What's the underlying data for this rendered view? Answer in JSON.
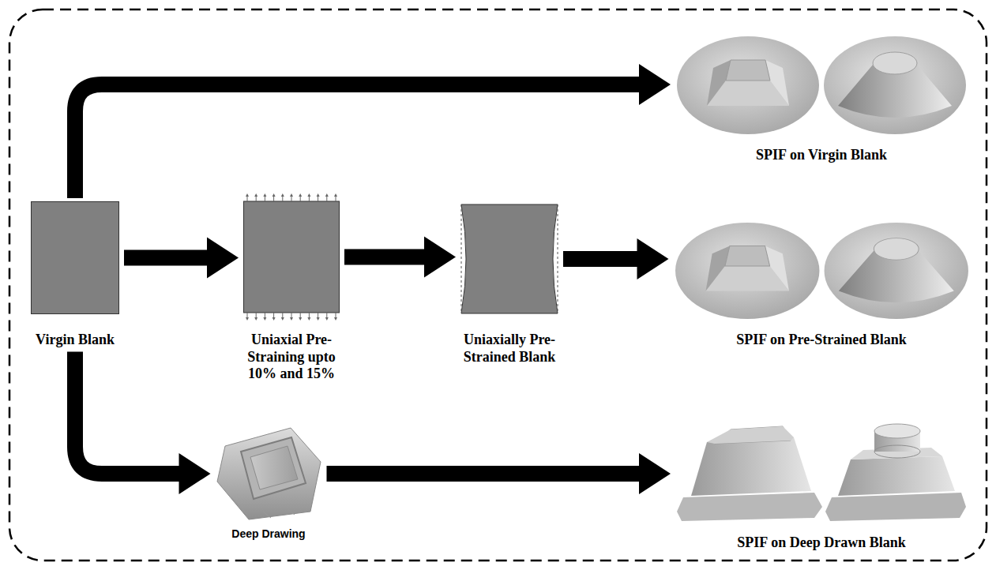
{
  "diagram": {
    "nodes": [
      {
        "text": [
          "Virgin Blank"
        ]
      },
      {
        "text": [
          "Uniaxial Pre-Straining upto 10% and 15%"
        ]
      },
      {
        "text": [
          "Uniaxially Pre-Strained Blank"
        ]
      },
      {
        "text": [
          "Deep Drawing"
        ]
      },
      {
        "text": [
          "SPIF on Virgin Blank"
        ]
      },
      {
        "text": [
          "SPIF on Pre-Strained Blank"
        ]
      },
      {
        "text": [
          "SPIF on Deep Drawn Blank"
        ]
      }
    ],
    "edges": [
      {
        "from": 0,
        "to": 4,
        "arrow": "to"
      },
      {
        "from": 0,
        "to": 1,
        "arrow": "to"
      },
      {
        "from": 1,
        "to": 2,
        "arrow": "to"
      },
      {
        "from": 2,
        "to": 5,
        "arrow": "to"
      },
      {
        "from": 0,
        "to": 3,
        "arrow": "to"
      },
      {
        "from": 3,
        "to": 6,
        "arrow": "to"
      }
    ]
  }
}
